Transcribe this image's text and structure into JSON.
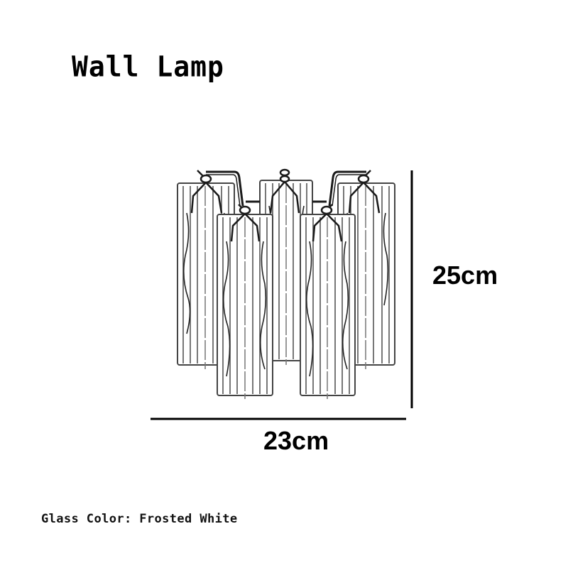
{
  "title": "Wall Lamp",
  "dimensions": {
    "width_label": "23cm",
    "height_label": "25cm"
  },
  "caption": "Glass Color: Frosted White",
  "drawing": {
    "subject": "wall lamp with five glass tubes",
    "tube_count": 5,
    "line_color": "#1a1a1a",
    "tube_outline_color": "#4a4a4a",
    "background": "#ffffff"
  }
}
